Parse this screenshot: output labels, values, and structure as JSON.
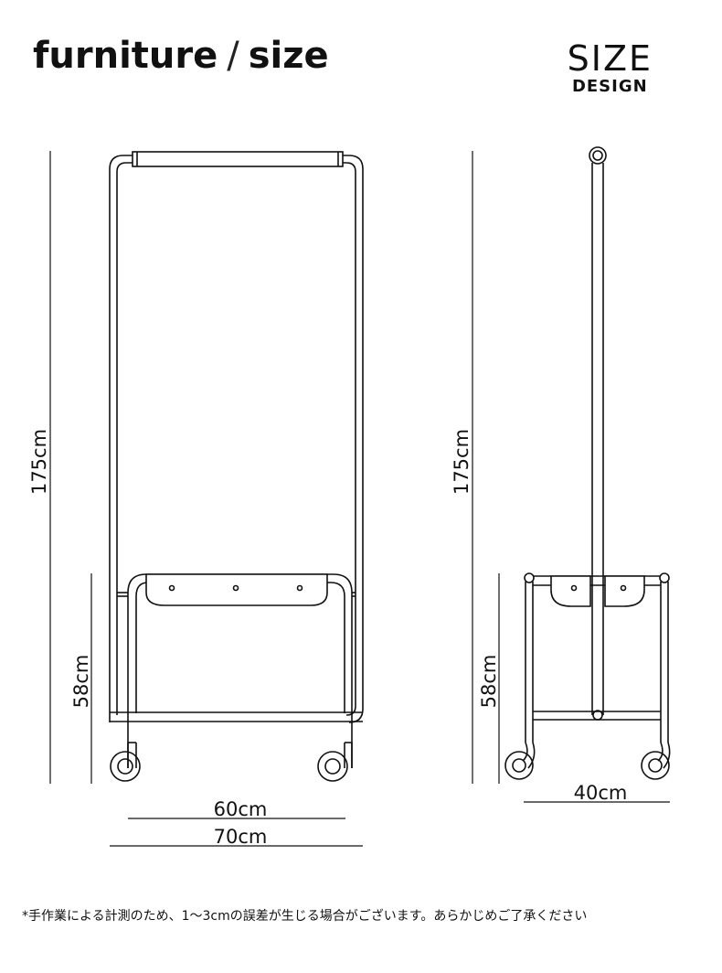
{
  "header": {
    "title_main": "furniture",
    "title_slash": "/",
    "title_sub": "size",
    "brand_big": "SIZE",
    "brand_small": "DESIGN"
  },
  "front_view": {
    "height_label": "175cm",
    "lower_height_label": "58cm",
    "inner_width_label": "60cm",
    "outer_width_label": "70cm"
  },
  "side_view": {
    "height_label": "175cm",
    "lower_height_label": "58cm",
    "depth_label": "40cm"
  },
  "footnote": "*手作業による計測のため、1～3cmの誤差が生じる場合がございます。あらかじめご了承ください",
  "colors": {
    "line": "#111111",
    "background": "#ffffff"
  }
}
